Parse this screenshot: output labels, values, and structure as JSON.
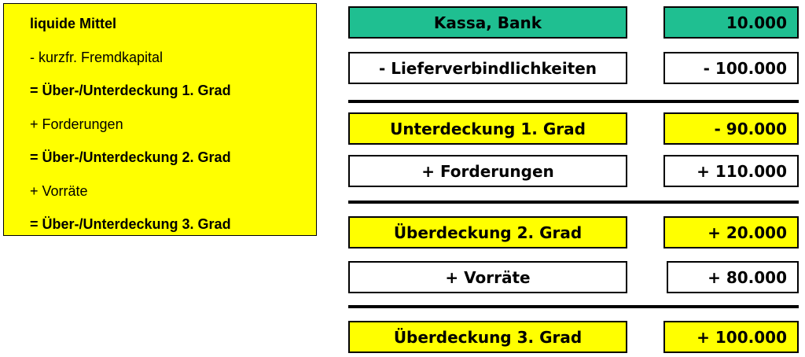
{
  "legend": {
    "lines": [
      "liquide Mittel",
      "- kurzfr. Fremdkapital",
      "= Über-/Unterdeckung 1. Grad",
      "+ Forderungen",
      "= Über-/Unterdeckung 2. Grad",
      "+ Vorräte",
      "= Über-/Unterdeckung 3. Grad"
    ]
  },
  "rows": [
    {
      "label": "Kassa, Bank",
      "value": "10.000",
      "color": "#1fbf91"
    },
    {
      "label": "- Lieferverbindlichkeiten",
      "value": "- 100.000",
      "color": "#ffffff"
    },
    {
      "label": "Unterdeckung 1. Grad",
      "value": "-  90.000",
      "color": "#ffff00"
    },
    {
      "label": "+ Forderungen",
      "value": "+ 110.000",
      "color": "#ffffff"
    },
    {
      "label": "Überdeckung 2. Grad",
      "value": "+ 20.000",
      "color": "#ffff00"
    },
    {
      "label": "+ Vorräte",
      "value": "+ 80.000",
      "color": "#ffffff"
    },
    {
      "label": "Überdeckung 3. Grad",
      "value": "+ 100.000",
      "color": "#ffff00"
    }
  ]
}
